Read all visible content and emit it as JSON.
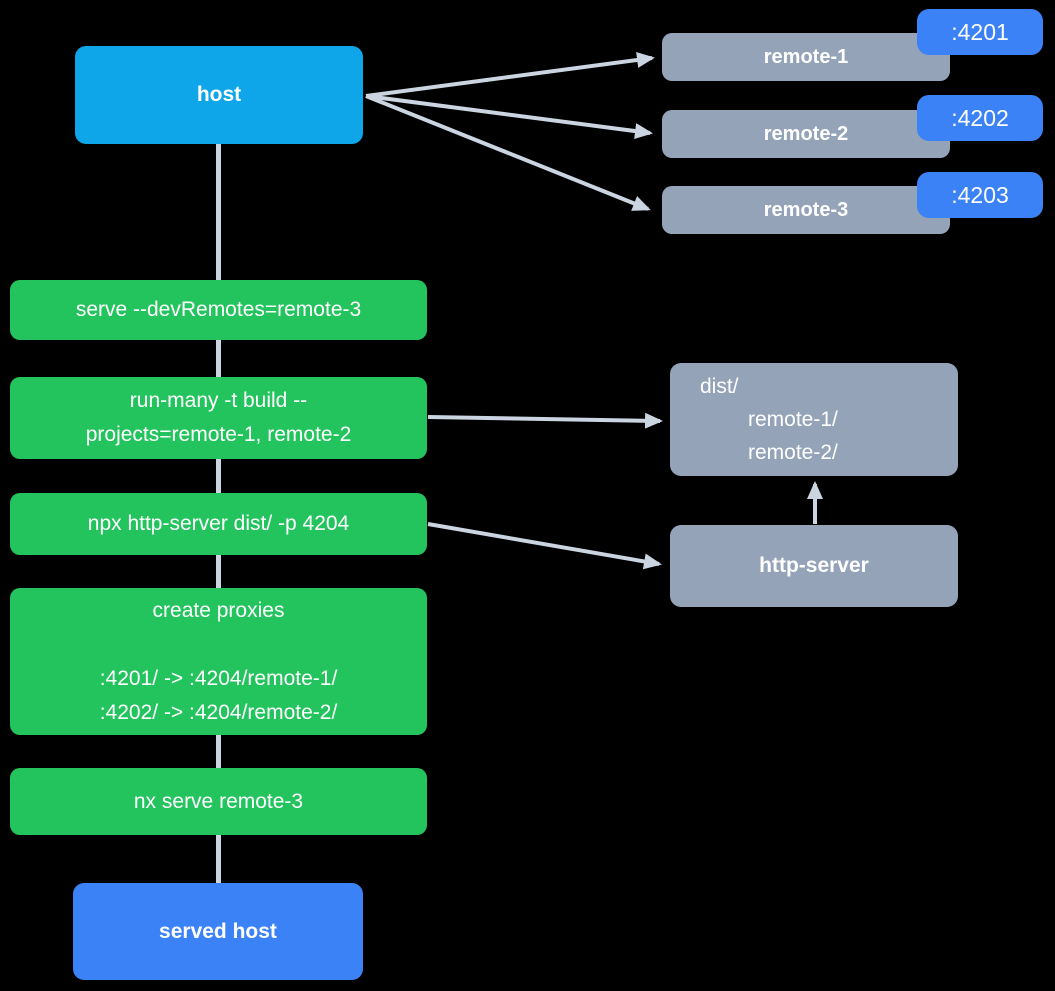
{
  "colors": {
    "background": "#000000",
    "host_box": "#0ea5e9",
    "served_host_box": "#3b82f6",
    "remote_box": "#94a3b8",
    "port_badge": "#3b82f6",
    "step_box": "#23c45e",
    "edge": "#cbd5e1",
    "text": "#ffffff"
  },
  "nodes": {
    "host": {
      "label": "host"
    },
    "served_host": {
      "label": "served host"
    },
    "remotes": [
      {
        "label": "remote-1",
        "port": ":4201"
      },
      {
        "label": "remote-2",
        "port": ":4202"
      },
      {
        "label": "remote-3",
        "port": ":4203"
      }
    ],
    "steps": [
      {
        "lines": [
          "serve --devRemotes=remote-3"
        ]
      },
      {
        "lines": [
          "run-many -t build --",
          "projects=remote-1, remote-2"
        ]
      },
      {
        "lines": [
          "npx http-server dist/ -p 4204"
        ]
      },
      {
        "lines": [
          "create proxies",
          "",
          ":4201/ -> :4204/remote-1/",
          ":4202/ -> :4204/remote-2/"
        ]
      },
      {
        "lines": [
          "nx serve remote-3"
        ]
      }
    ],
    "dist": {
      "lines": [
        "dist/",
        "remote-1/",
        "remote-2/"
      ]
    },
    "http_server": {
      "label": "http-server"
    }
  }
}
